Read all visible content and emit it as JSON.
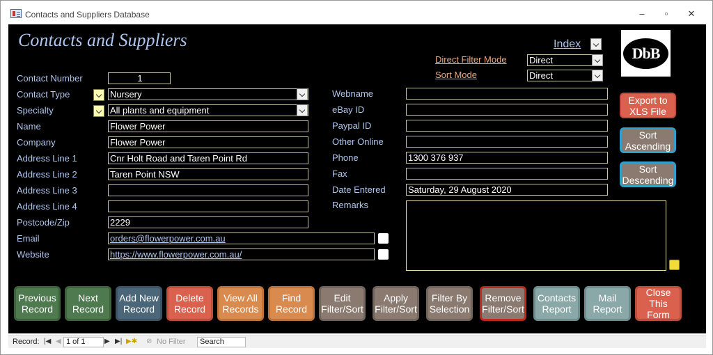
{
  "window": {
    "title": "Contacts and Suppliers Database",
    "min": "–",
    "max": "▫",
    "close": "✕"
  },
  "form": {
    "heading": "Contacts and Suppliers",
    "index_label": "Index",
    "direct_filter_label": "Direct Filter Mode",
    "direct_filter_value": "Direct",
    "sort_mode_label": "Sort Mode",
    "sort_mode_value": "Direct",
    "logo_text": "DbB"
  },
  "left_fields": {
    "contact_number": {
      "label": "Contact Number",
      "value": "1"
    },
    "contact_type": {
      "label": "Contact Type",
      "value": "Nursery"
    },
    "specialty": {
      "label": "Specialty",
      "value": "All plants and equipment"
    },
    "name": {
      "label": "Name",
      "value": "Flower Power"
    },
    "company": {
      "label": "Company",
      "value": "Flower Power"
    },
    "address1": {
      "label": "Address Line 1",
      "value": "Cnr Holt Road and Taren Point Rd"
    },
    "address2": {
      "label": "Address Line 2",
      "value": "Taren Point NSW"
    },
    "address3": {
      "label": "Address Line 3",
      "value": ""
    },
    "address4": {
      "label": "Address Line 4",
      "value": ""
    },
    "postcode": {
      "label": "Postcode/Zip",
      "value": "2229"
    },
    "email": {
      "label": "Email",
      "value": "orders@flowerpower.com.au"
    },
    "website": {
      "label": "Website",
      "value": "https://www.flowerpower.com.au/"
    }
  },
  "right_fields": {
    "webname": {
      "label": "Webname",
      "value": ""
    },
    "ebay": {
      "label": "eBay ID",
      "value": ""
    },
    "paypal": {
      "label": "Paypal ID",
      "value": ""
    },
    "other": {
      "label": "Other Online",
      "value": ""
    },
    "phone": {
      "label": "Phone",
      "value": "1300 376 937"
    },
    "fax": {
      "label": "Fax",
      "value": ""
    },
    "date_entered": {
      "label": "Date Entered",
      "value": "Saturday, 29 August 2020"
    },
    "remarks": {
      "label": "Remarks",
      "value": ""
    }
  },
  "side_buttons": {
    "export": "Export to\nXLS File",
    "sort_asc": "Sort\nAscending",
    "sort_desc": "Sort\nDescending"
  },
  "bottom_buttons": {
    "previous": "Previous\nRecord",
    "next": "Next\nRecord",
    "add_new": "Add New\nRecord",
    "delete": "Delete\nRecord",
    "view_all": "View All\nRecords",
    "find": "Find\nRecord",
    "edit_filter": "Edit\nFilter/Sort",
    "apply_filter": "Apply\nFilter/Sort",
    "filter_by_selection": "Filter By\nSelection",
    "remove_filter": "Remove\nFilter/Sort",
    "contacts_report": "Contacts\nReport",
    "mail_report": "Mail\nReport",
    "close_form": "Close\nThis Form"
  },
  "navbar": {
    "record_label": "Record:",
    "position": "1 of 1",
    "no_filter": "No Filter",
    "search": "Search"
  }
}
